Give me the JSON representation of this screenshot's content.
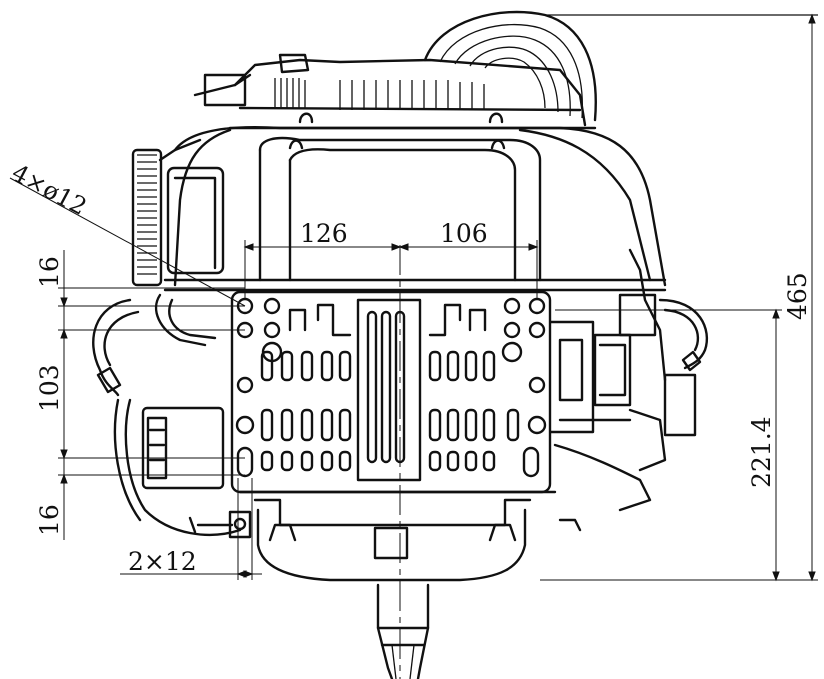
{
  "dimensions": {
    "hole_spec": "4×ø12",
    "left_spacing": "126",
    "right_spacing": "106",
    "top_offset": "16",
    "vertical_spacing": "103",
    "bottom_offset": "16",
    "slot_spec": "2×12",
    "overall_height": "465",
    "mount_height": "221.4"
  }
}
